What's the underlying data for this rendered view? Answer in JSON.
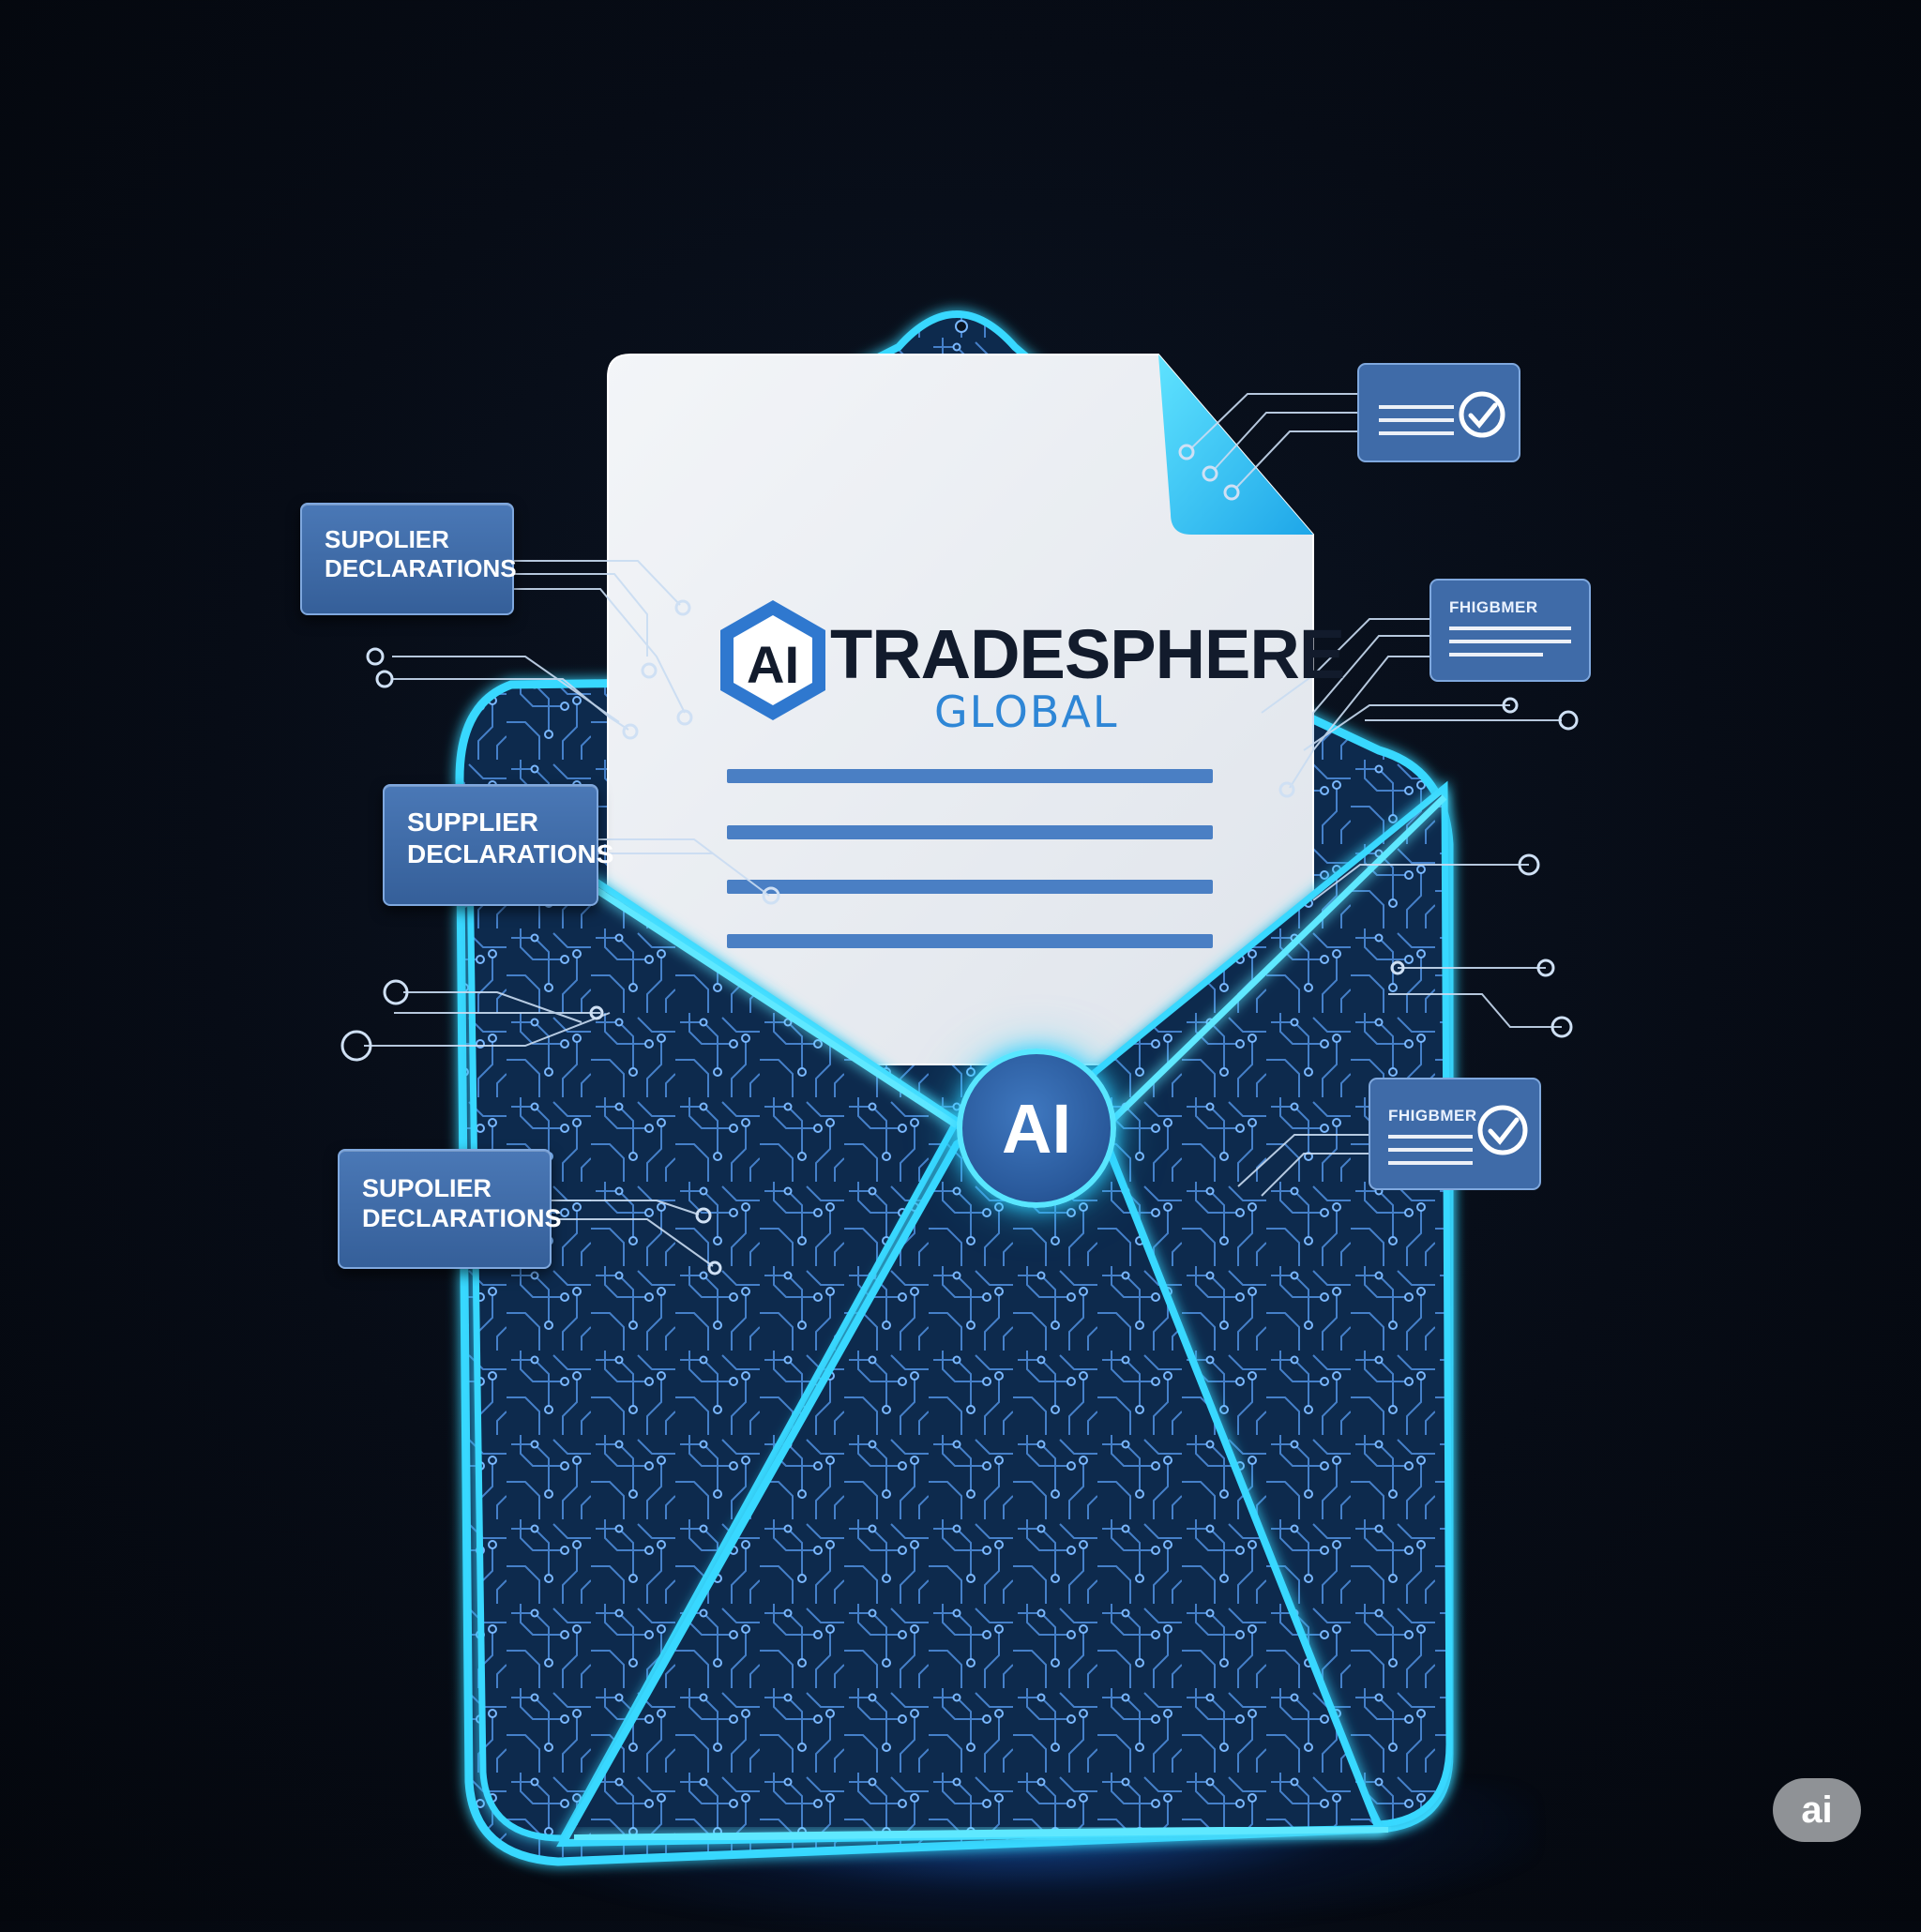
{
  "brand": {
    "hex_letters": "AI",
    "name": "TRADESPHERE",
    "sub": "GLOBAL"
  },
  "badge": {
    "text": "AI"
  },
  "watermark": {
    "text": "ai"
  },
  "tags": {
    "left_top": {
      "line1": "SUPOLIER",
      "line2": "DECLARATIONS"
    },
    "left_mid": {
      "line1": "SUPPLIER",
      "line2": "DECLARATIONS"
    },
    "left_bottom": {
      "line1": "SUPOLIER",
      "line2": "DECLARATIONS"
    }
  },
  "mini_cards": {
    "right_middle_title": "FHIGBMER",
    "right_bottom_title": "FHIGBMER"
  },
  "colors": {
    "background": "#070c16",
    "neon_cyan": "#38d8ff",
    "envelope_blue": "#16355f",
    "card_blue": "#3f6ba8",
    "paper": "#e8ecf2",
    "brand_dark": "#121b2c",
    "brand_blue": "#2e86d6"
  },
  "icons": [
    "circuit-pattern",
    "check-icon",
    "hexagon-logo-icon",
    "corner-fold-icon"
  ]
}
